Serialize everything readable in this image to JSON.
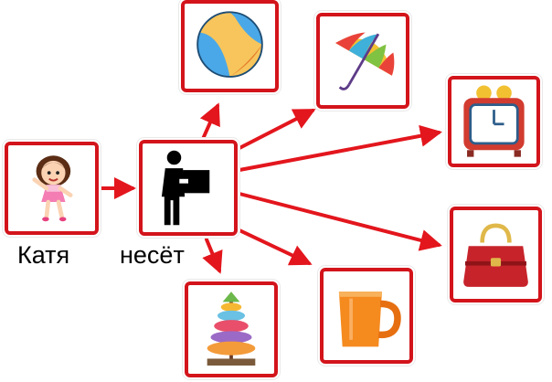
{
  "labels": {
    "subject": "Катя",
    "verb": "несёт"
  },
  "colors": {
    "frame": "#d3141b",
    "arrow": "#e3161d"
  },
  "cards": [
    {
      "id": "katya",
      "icon": "girl-icon"
    },
    {
      "id": "carry",
      "icon": "person-carrying-box-icon"
    },
    {
      "id": "ball",
      "icon": "beach-ball-icon"
    },
    {
      "id": "umbrella",
      "icon": "umbrella-icon"
    },
    {
      "id": "clock",
      "icon": "alarm-clock-icon"
    },
    {
      "id": "bag",
      "icon": "handbag-icon"
    },
    {
      "id": "mug",
      "icon": "mug-icon"
    },
    {
      "id": "pyramid",
      "icon": "toy-pyramid-icon"
    }
  ]
}
